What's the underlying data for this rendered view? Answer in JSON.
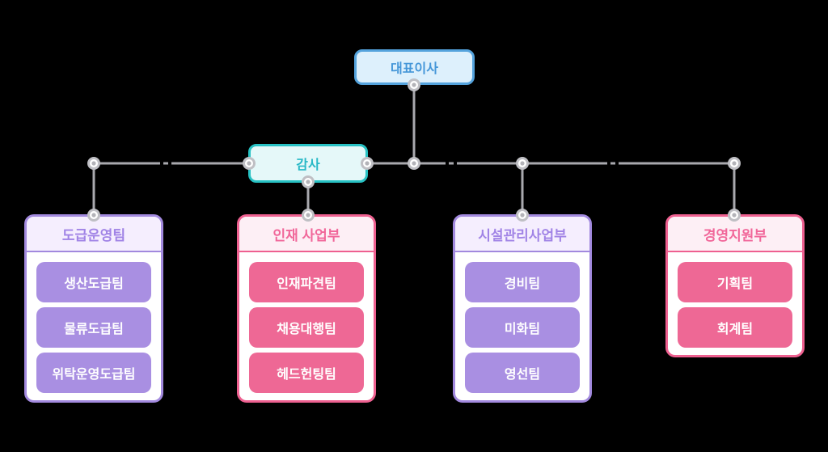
{
  "diagram": {
    "type": "org-chart",
    "background": "#000000",
    "connector_color": "#a9a9ae",
    "root": {
      "label": "대표이사",
      "theme": "blue"
    },
    "audit": {
      "label": "감사",
      "theme": "teal"
    },
    "departments": [
      {
        "label": "도급운영팀",
        "theme": "purple",
        "teams": [
          "생산도급팀",
          "물류도급팀",
          "위탁운영도급팀"
        ]
      },
      {
        "label": "인재 사업부",
        "theme": "pink",
        "teams": [
          "인재파견팀",
          "채용대행팀",
          "헤드헌팅팀"
        ]
      },
      {
        "label": "시설관리사업부",
        "theme": "purple",
        "teams": [
          "경비팀",
          "미화팀",
          "영선팀"
        ]
      },
      {
        "label": "경영지원부",
        "theme": "pink",
        "teams": [
          "기획팀",
          "회계팀"
        ]
      }
    ],
    "themes": {
      "blue": {
        "border": "#54a3dd",
        "background": "#ddf0fc",
        "text": "#4496d8"
      },
      "teal": {
        "border": "#27c1c3",
        "background": "#e5f8f9",
        "text": "#27b8c6"
      },
      "purple": {
        "border": "#a289de",
        "header_bg": "#f5eefe",
        "header_text": "#a184e6",
        "team_bg": "#a98fe2",
        "team_text": "#ffffff"
      },
      "pink": {
        "border": "#ee6090",
        "header_bg": "#fdeff5",
        "header_text": "#f1679a",
        "team_bg": "#ee6895",
        "team_text": "#ffffff"
      }
    }
  }
}
